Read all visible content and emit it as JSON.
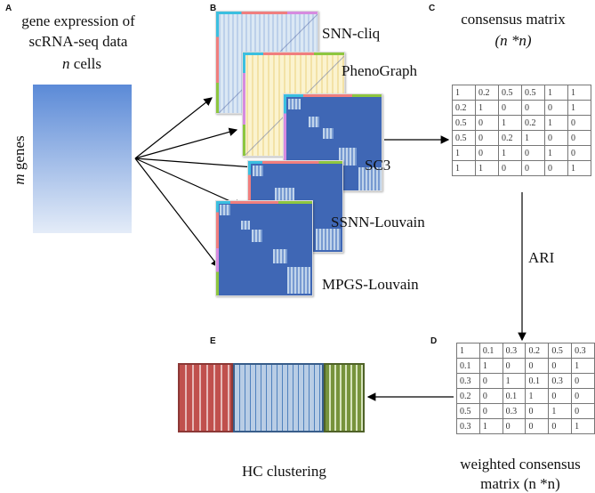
{
  "panels": {
    "a": "A",
    "b": "B",
    "c": "C",
    "d": "D",
    "e": "E"
  },
  "panel_a": {
    "title_line1": "gene expression of",
    "title_line2": "scRNA-seq data",
    "cells_var": "n",
    "cells_label": " cells",
    "genes_var": "m",
    "genes_label": " genes"
  },
  "panel_b": {
    "methods": [
      "SNN-cliq",
      "PhenoGraph",
      "SC3",
      "SSNN-Louvain",
      "MPGS-Louvain"
    ]
  },
  "panel_c": {
    "title": "consensus matrix",
    "dims": "(n *n)",
    "matrix": [
      [
        "1",
        "0.2",
        "0.5",
        "0.5",
        "1",
        "1"
      ],
      [
        "0.2",
        "1",
        "0",
        "0",
        "0",
        "1"
      ],
      [
        "0.5",
        "0",
        "1",
        "0.2",
        "1",
        "0"
      ],
      [
        "0.5",
        "0",
        "0.2",
        "1",
        "0",
        "0"
      ],
      [
        "1",
        "0",
        "1",
        "0",
        "1",
        "0"
      ],
      [
        "1",
        "1",
        "0",
        "0",
        "0",
        "1"
      ]
    ]
  },
  "ari_label": "ARI",
  "panel_d": {
    "title_line1": "weighted consensus",
    "title_line2": "matrix (n *n)",
    "matrix": [
      [
        "1",
        "0.1",
        "0.3",
        "0.2",
        "0.5",
        "0.3"
      ],
      [
        "0.1",
        "1",
        "0",
        "0",
        "0",
        "1"
      ],
      [
        "0.3",
        "0",
        "1",
        "0.1",
        "0.3",
        "0"
      ],
      [
        "0.2",
        "0",
        "0.1",
        "1",
        "0",
        "0"
      ],
      [
        "0.5",
        "0",
        "0.3",
        "0",
        "1",
        "0"
      ],
      [
        "0.3",
        "1",
        "0",
        "0",
        "0",
        "1"
      ]
    ]
  },
  "panel_e": {
    "label": "HC clustering",
    "colors": {
      "red": "#c0504d",
      "blue": "#4f81bd",
      "green": "#77933c"
    }
  }
}
